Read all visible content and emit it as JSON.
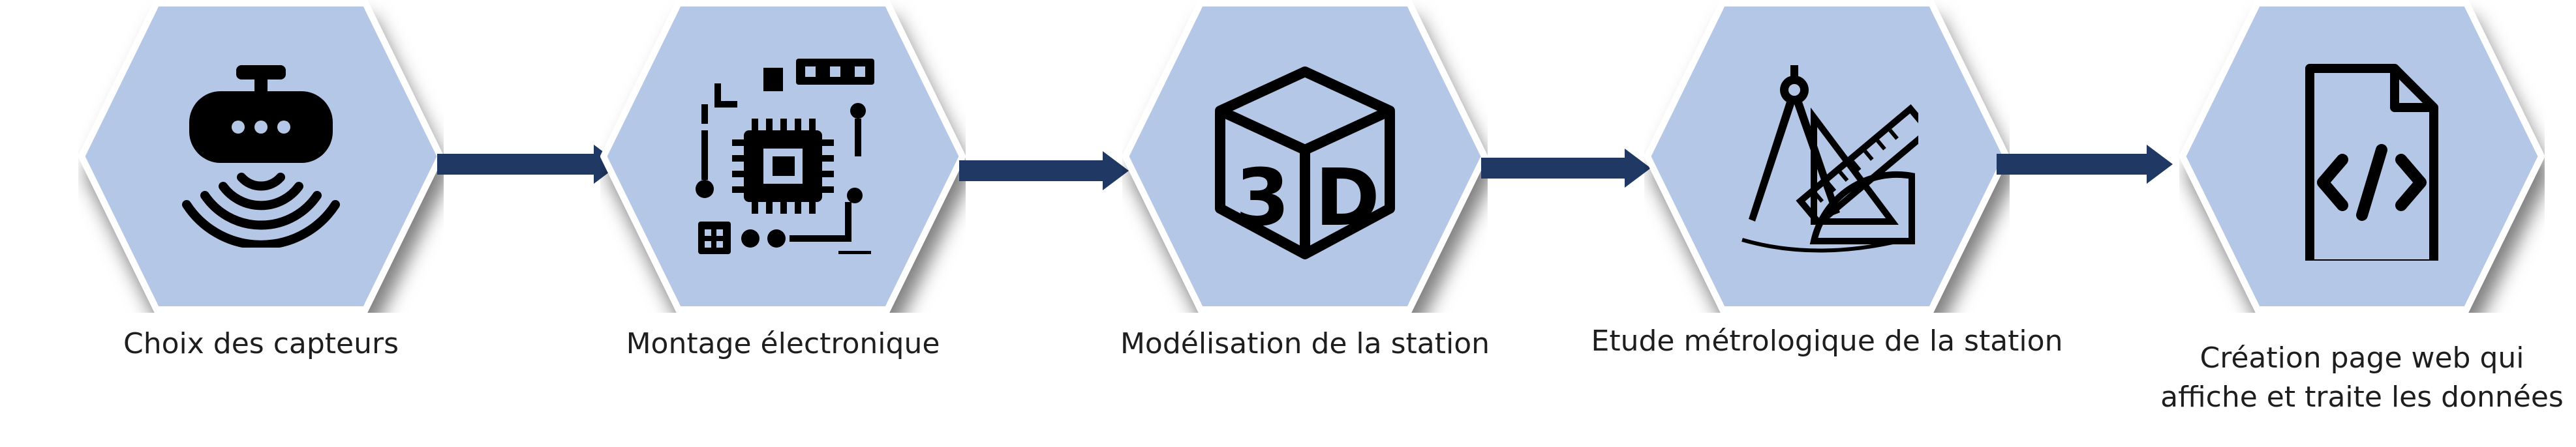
{
  "diagram": {
    "colors": {
      "hex_fill": "#b4c7e7",
      "hex_edge": "#ffffff",
      "icon": "#000000",
      "arrow": "#1f3864",
      "text": "#1e1e1e"
    },
    "steps": [
      {
        "icon": "sensor-icon",
        "label": "Choix des capteurs"
      },
      {
        "icon": "circuit-board-icon",
        "label": "Montage électronique"
      },
      {
        "icon": "3d-cube-icon",
        "label": "Modélisation de la station",
        "icon_text_left": "3",
        "icon_text_right": "D"
      },
      {
        "icon": "compass-ruler-protractor-icon",
        "label": "Etude métrologique de la station"
      },
      {
        "icon": "web-code-file-icon",
        "label_line1": "Création page web qui",
        "label_line2": "affiche et traite les données"
      }
    ]
  }
}
